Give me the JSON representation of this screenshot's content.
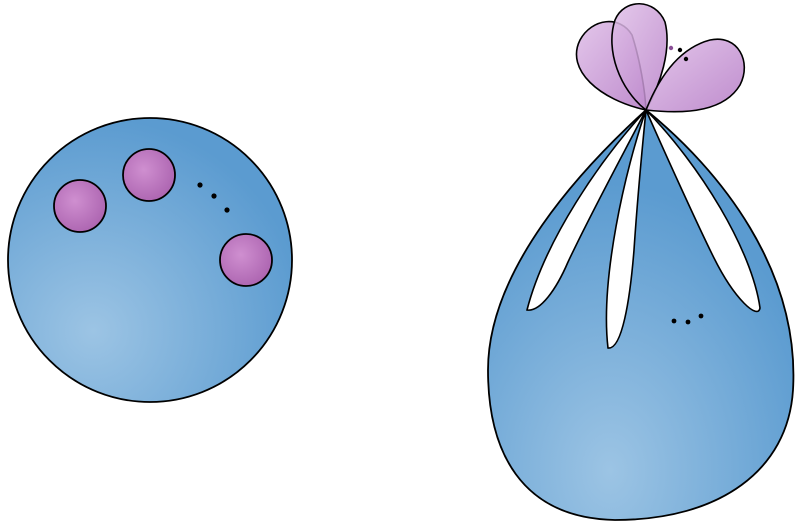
{
  "figure": {
    "left_panel": {
      "shape": "disk",
      "fill_color": "#5b9bd0",
      "highlight_color": "#9cc4e4",
      "boundary_color": "#000000",
      "holes": [
        {
          "name": "hole-1",
          "fill_color": "#b56db6"
        },
        {
          "name": "hole-2",
          "fill_color": "#b56db6"
        },
        {
          "name": "hole-3",
          "fill_color": "#b56db6"
        }
      ],
      "ellipsis_dots": 3
    },
    "right_panel": {
      "shape": "teardrop",
      "fill_color": "#5b9bd0",
      "highlight_color": "#9cc4e4",
      "boundary_color": "#000000",
      "slits": 3,
      "ellipsis_dots": 3,
      "flower": {
        "petal_color": "#c48fd0",
        "petal_count": 3,
        "ellipsis_dots": 3
      }
    }
  }
}
